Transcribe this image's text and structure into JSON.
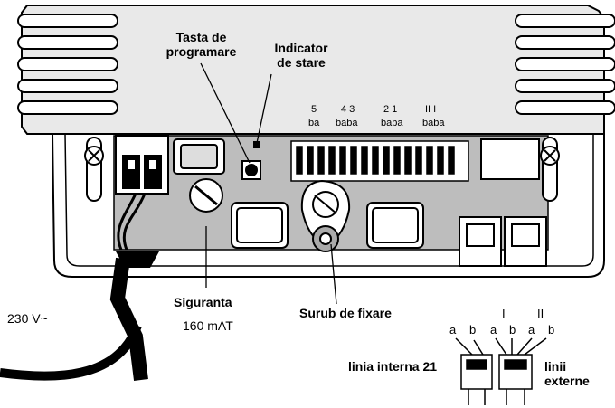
{
  "labels": {
    "programming_key_line1": "Tasta de",
    "programming_key_line2": "programare",
    "status_indicator_line1": "Indicator",
    "status_indicator_line2": "de stare",
    "fuse": "Siguranta",
    "fuse_rating": "160 mAT",
    "fixing_screw": "Surub de fixare",
    "mains_voltage": "230 V~",
    "internal_line": "linia interna 21",
    "external_lines_line1": "linii",
    "external_lines_line2": "externe"
  },
  "terminals": {
    "numbers": [
      "5",
      "4 3",
      "2 1",
      "II I"
    ],
    "pairs": [
      "ba",
      "baba",
      "baba",
      "baba"
    ]
  },
  "jacks": {
    "internal_a": "a",
    "internal_b": "b",
    "external_I": "I",
    "external_II": "II",
    "external_a1": "a",
    "external_b1": "b",
    "external_a2": "a",
    "external_b2": "b"
  }
}
